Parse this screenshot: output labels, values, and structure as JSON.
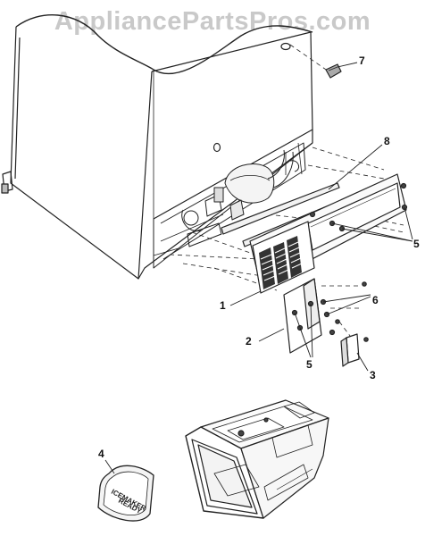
{
  "watermark": "AppliancePartsPros.com",
  "callouts": {
    "c1": "1",
    "c2": "2",
    "c3": "3",
    "c4": "4",
    "c5a": "5",
    "c5b": "5",
    "c6": "6",
    "c7": "7",
    "c8": "8"
  },
  "badge": {
    "line1": "ICEMAKER",
    "line2": "READY"
  }
}
